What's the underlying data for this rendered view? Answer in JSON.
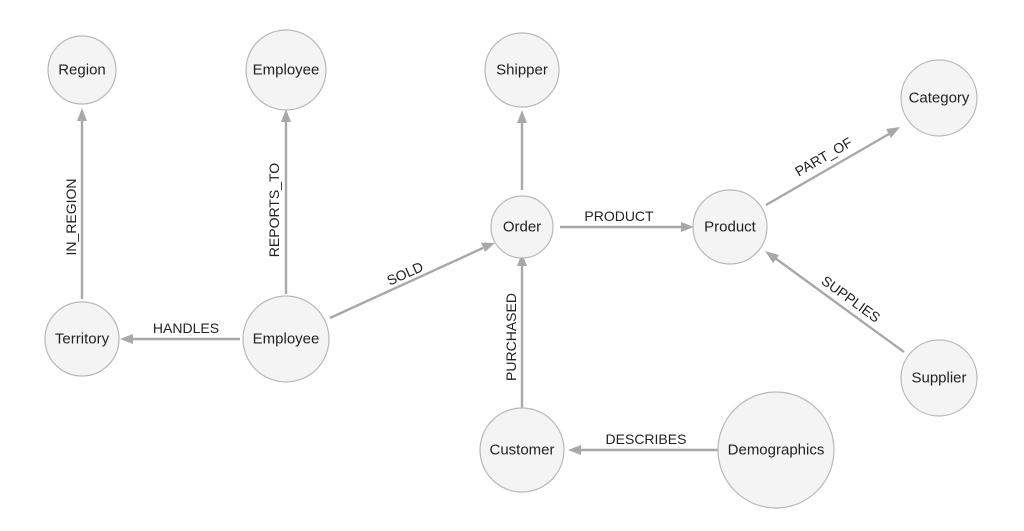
{
  "colors": {
    "background": "#ffffff",
    "node_fill": "#f4f4f4",
    "node_stroke": "#b8b8b8",
    "edge": "#a8a8a8",
    "text": "#222222"
  },
  "nodes": {
    "region": {
      "label": "Region"
    },
    "employee_top": {
      "label": "Employee"
    },
    "shipper": {
      "label": "Shipper"
    },
    "category": {
      "label": "Category"
    },
    "territory": {
      "label": "Territory"
    },
    "employee": {
      "label": "Employee"
    },
    "order": {
      "label": "Order"
    },
    "product": {
      "label": "Product"
    },
    "supplier": {
      "label": "Supplier"
    },
    "customer": {
      "label": "Customer"
    },
    "demographics": {
      "label": "Demographics"
    }
  },
  "edges": {
    "in_region": {
      "label": "IN_REGION",
      "from": "territory",
      "to": "region"
    },
    "reports_to": {
      "label": "REPORTS_TO",
      "from": "employee",
      "to": "employee_top"
    },
    "handles": {
      "label": "HANDLES",
      "from": "employee",
      "to": "territory"
    },
    "sold": {
      "label": "SOLD",
      "from": "employee",
      "to": "order"
    },
    "ships": {
      "label": "",
      "from": "order",
      "to": "shipper"
    },
    "product": {
      "label": "PRODUCT",
      "from": "order",
      "to": "product"
    },
    "part_of": {
      "label": "PART_OF",
      "from": "product",
      "to": "category"
    },
    "supplies": {
      "label": "SUPPLIES",
      "from": "supplier",
      "to": "product"
    },
    "purchased": {
      "label": "PURCHASED",
      "from": "customer",
      "to": "order"
    },
    "describes": {
      "label": "DESCRIBES",
      "from": "demographics",
      "to": "customer"
    }
  }
}
